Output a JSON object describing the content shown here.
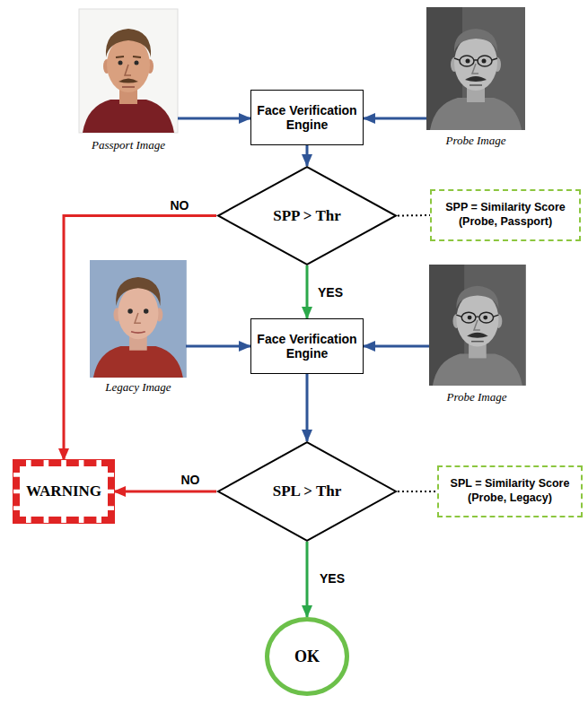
{
  "diagram": {
    "nodes": [
      {
        "text": [
          "Face Verification Engine"
        ]
      },
      {
        "text": [
          "SPP > Thr"
        ]
      },
      {
        "text": [
          "SPP = Similarity Score (Probe, Passport)"
        ]
      },
      {
        "text": [
          "Face Verification Engine"
        ]
      },
      {
        "text": [
          "SPL > Thr"
        ]
      },
      {
        "text": [
          "SPL = Similarity Score (Probe, Legacy)"
        ]
      },
      {
        "text": [
          "WARNING"
        ]
      },
      {
        "text": [
          "OK"
        ]
      }
    ],
    "edges": [
      {
        "from": 0,
        "to": 1,
        "arrow": "to"
      },
      {
        "from": 1,
        "to": 6,
        "label": "NO",
        "arrow": "to"
      },
      {
        "from": 1,
        "to": 2,
        "arrow": "none"
      },
      {
        "from": 1,
        "to": 3,
        "label": "YES",
        "arrow": "to"
      },
      {
        "from": 3,
        "to": 4,
        "arrow": "to"
      },
      {
        "from": 4,
        "to": 6,
        "label": "NO",
        "arrow": "to"
      },
      {
        "from": 4,
        "to": 5,
        "arrow": "none"
      },
      {
        "from": 4,
        "to": 7,
        "label": "YES",
        "arrow": "to"
      }
    ],
    "labels": [
      "Passport Image",
      "Probe Image",
      "Legacy Image",
      "Probe Image"
    ]
  }
}
